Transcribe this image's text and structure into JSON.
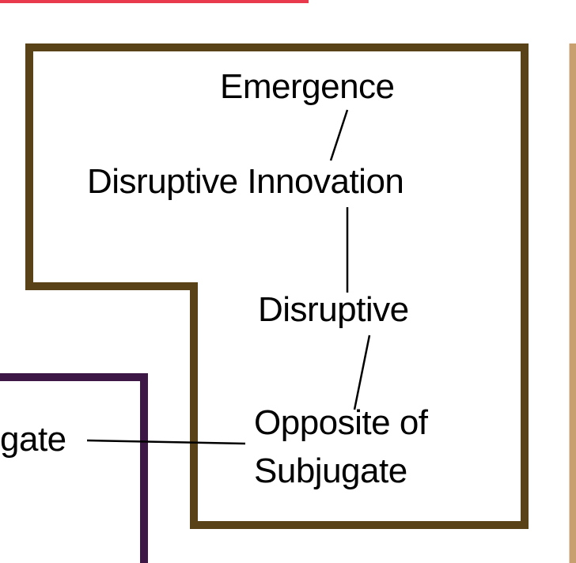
{
  "colors": {
    "main_border": "#5a4218",
    "left_border": "#3d1846",
    "right_border": "#c8a070",
    "top_bar": "#e8394d",
    "connector": "#000000",
    "text": "#000000"
  },
  "nodes": {
    "emergence": "Emergence",
    "disruptive_innovation": "Disruptive Innovation",
    "disruptive": "Disruptive",
    "opposite_line1": "Opposite of",
    "opposite_line2": "Subjugate",
    "cut_left": "gate"
  }
}
